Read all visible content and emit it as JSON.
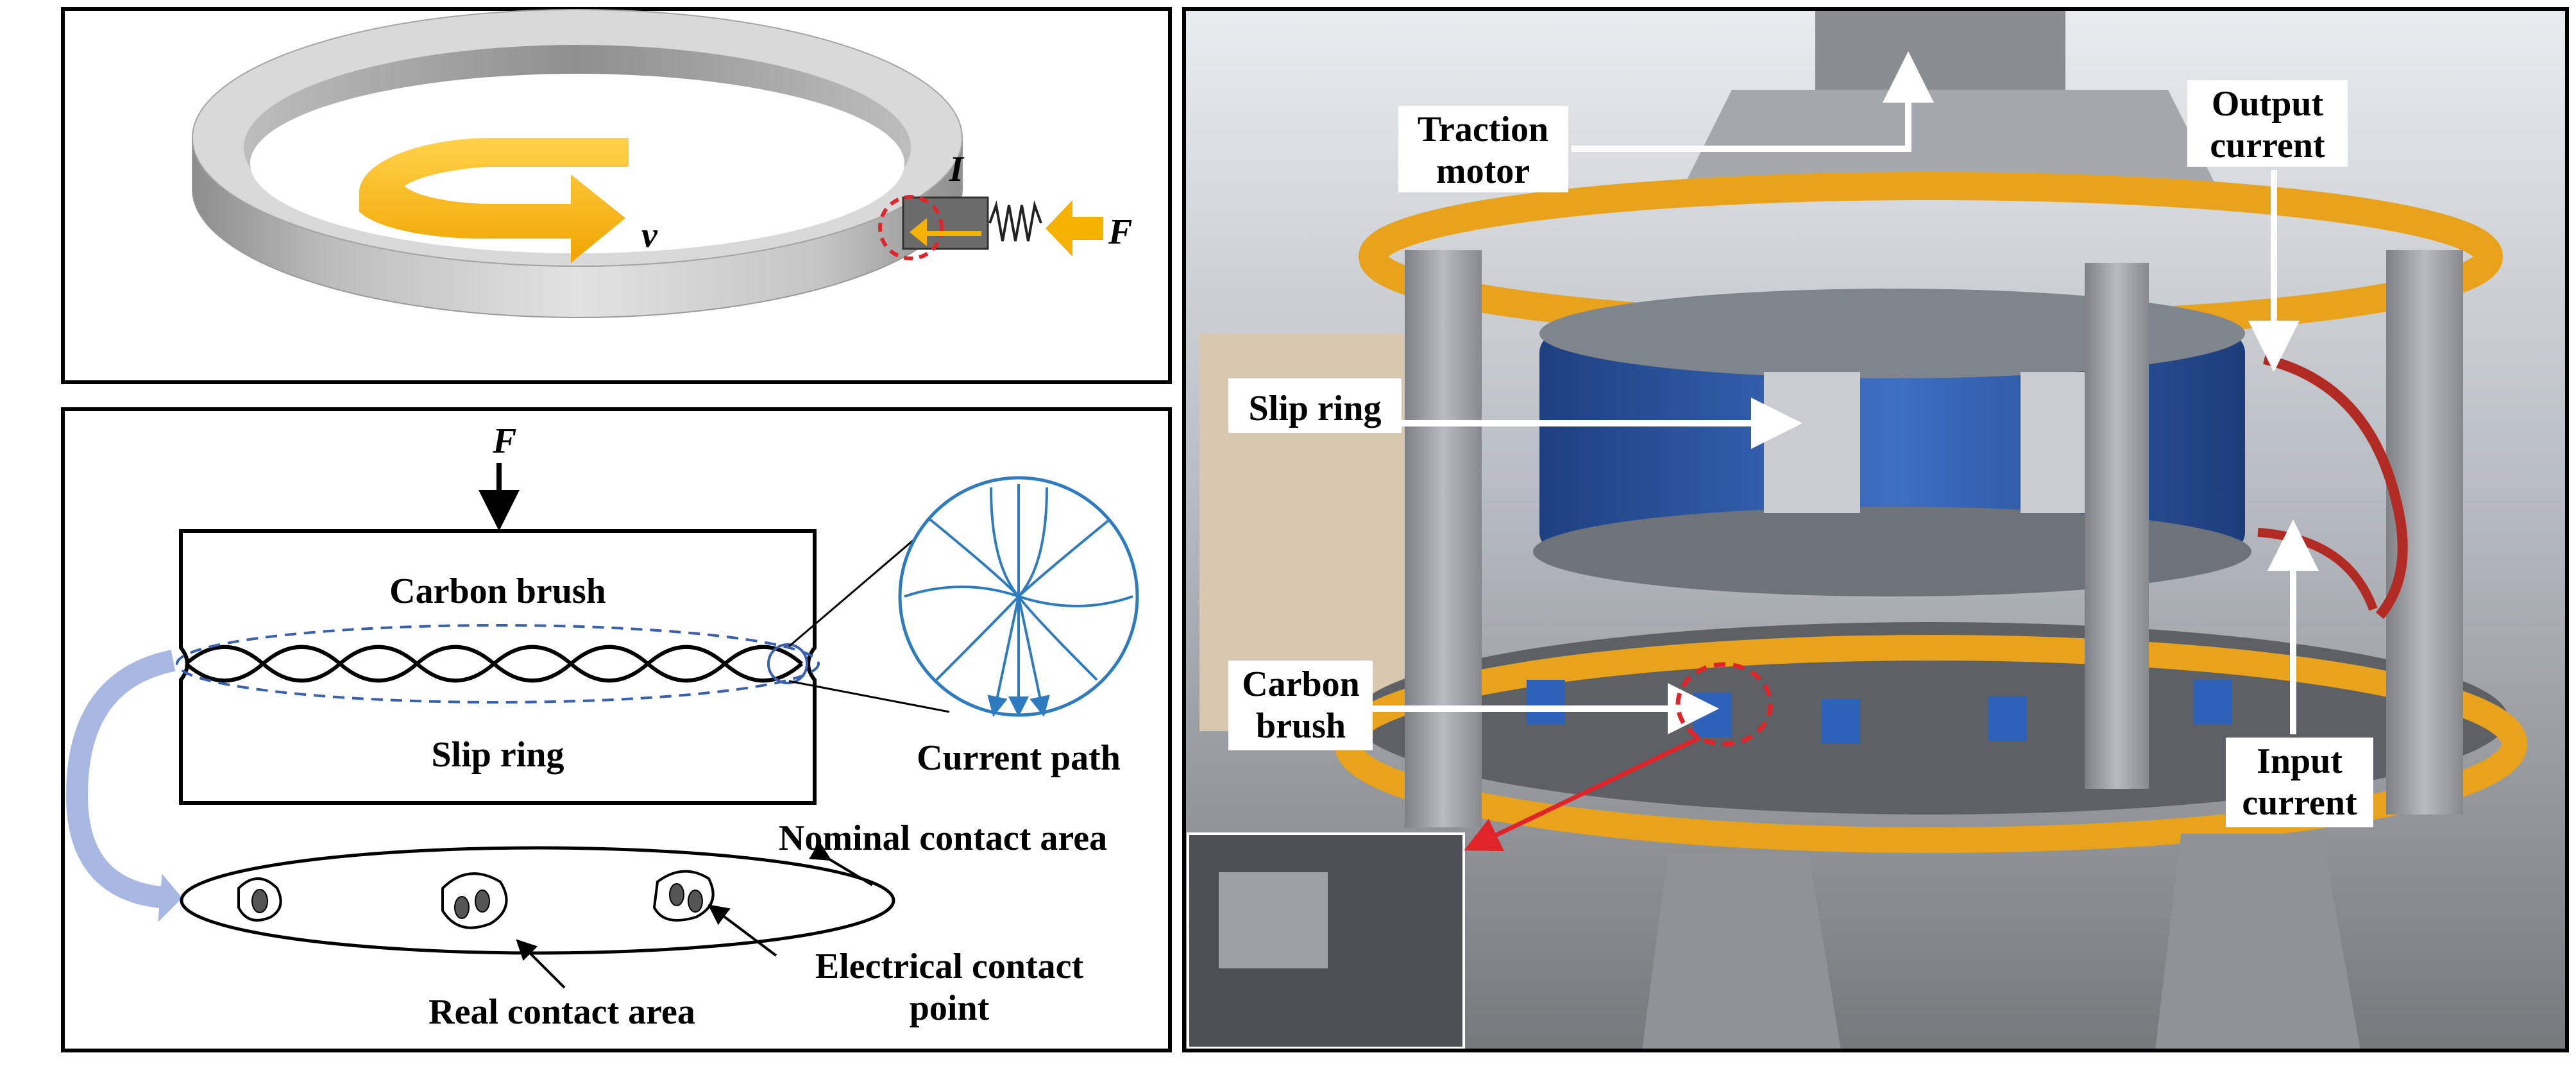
{
  "figure": {
    "panel_a": {
      "velocity_symbol": "v",
      "current_symbol": "I",
      "force_symbol": "F"
    },
    "panel_b": {
      "force_symbol": "F",
      "carbon_brush_label": "Carbon brush",
      "slip_ring_label": "Slip ring",
      "current_path_label": "Current path",
      "nominal_contact_label": "Nominal contact area",
      "real_contact_label": "Real contact area",
      "electrical_contact_label_line1": "Electrical contact",
      "electrical_contact_label_line2": "point"
    },
    "panel_c": {
      "traction_motor_line1": "Traction",
      "traction_motor_line2": "motor",
      "output_current_line1": "Output",
      "output_current_line2": "current",
      "slip_ring_label": "Slip ring",
      "carbon_brush_line1": "Carbon",
      "carbon_brush_line2": "brush",
      "input_current_line1": "Input",
      "input_current_line2": "current"
    },
    "colors": {
      "arrow_yellow": "#f5b300",
      "current_blue": "#2f7bbf",
      "dashed_red": "#e0242a",
      "dashed_blue": "#3a5fb0",
      "machine_yellow": "#e8a21c",
      "machine_blue": "#2e62b8",
      "frame_grey": "#9a9ea3"
    }
  }
}
